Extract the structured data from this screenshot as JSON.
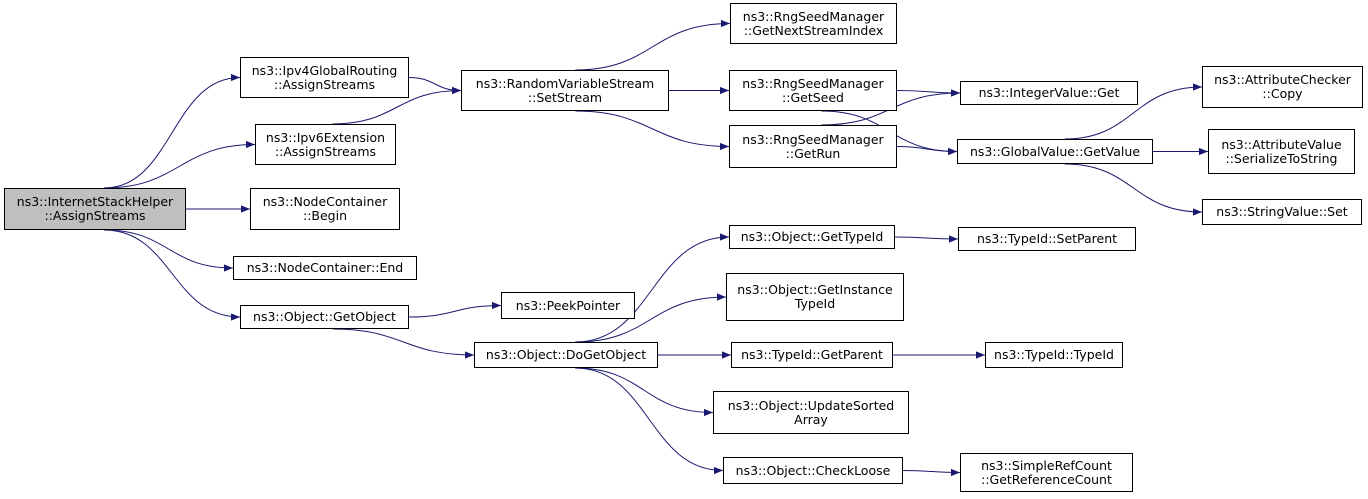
{
  "colors": {
    "edge": "#191970",
    "root_fill": "#bfbfbf",
    "node_fill": "#ffffff",
    "node_border": "#000000"
  },
  "nodes": [
    {
      "id": "root",
      "lines": [
        "ns3::InternetStackHelper",
        "::AssignStreams"
      ],
      "root": true
    },
    {
      "id": "ipv4gr",
      "lines": [
        "ns3::Ipv4GlobalRouting",
        "::AssignStreams"
      ]
    },
    {
      "id": "ipv6ext",
      "lines": [
        "ns3::Ipv6Extension",
        "::AssignStreams"
      ]
    },
    {
      "id": "ncbegin",
      "lines": [
        "ns3::NodeContainer",
        "::Begin"
      ]
    },
    {
      "id": "ncend",
      "lines": [
        "ns3::NodeContainer::End"
      ]
    },
    {
      "id": "getobject",
      "lines": [
        "ns3::Object::GetObject"
      ]
    },
    {
      "id": "rvsset",
      "lines": [
        "ns3::RandomVariableStream",
        "::SetStream"
      ]
    },
    {
      "id": "peek",
      "lines": [
        "ns3::PeekPointer"
      ]
    },
    {
      "id": "dogetobject",
      "lines": [
        "ns3::Object::DoGetObject"
      ]
    },
    {
      "id": "rngnext",
      "lines": [
        "ns3::RngSeedManager",
        "::GetNextStreamIndex"
      ]
    },
    {
      "id": "rngseed",
      "lines": [
        "ns3::RngSeedManager",
        "::GetSeed"
      ]
    },
    {
      "id": "rngrun",
      "lines": [
        "ns3::RngSeedManager",
        "::GetRun"
      ]
    },
    {
      "id": "gettypeid",
      "lines": [
        "ns3::Object::GetTypeId"
      ]
    },
    {
      "id": "getinst",
      "lines": [
        "ns3::Object::GetInstance",
        "TypeId"
      ]
    },
    {
      "id": "getparent",
      "lines": [
        "ns3::TypeId::GetParent"
      ]
    },
    {
      "id": "updsorted",
      "lines": [
        "ns3::Object::UpdateSorted",
        "Array"
      ]
    },
    {
      "id": "checkloose",
      "lines": [
        "ns3::Object::CheckLoose"
      ]
    },
    {
      "id": "intget",
      "lines": [
        "ns3::IntegerValue::Get"
      ]
    },
    {
      "id": "gvget",
      "lines": [
        "ns3::GlobalValue::GetValue"
      ]
    },
    {
      "id": "setparent",
      "lines": [
        "ns3::TypeId::SetParent"
      ]
    },
    {
      "id": "typeid",
      "lines": [
        "ns3::TypeId::TypeId"
      ]
    },
    {
      "id": "srcount",
      "lines": [
        "ns3::SimpleRefCount",
        "::GetReferenceCount"
      ]
    },
    {
      "id": "acopy",
      "lines": [
        "ns3::AttributeChecker",
        "::Copy"
      ]
    },
    {
      "id": "aser",
      "lines": [
        "ns3::AttributeValue",
        "::SerializeToString"
      ]
    },
    {
      "id": "strset",
      "lines": [
        "ns3::StringValue::Set"
      ]
    }
  ],
  "edges": [
    [
      "root",
      "ipv4gr"
    ],
    [
      "root",
      "ipv6ext"
    ],
    [
      "root",
      "ncbegin"
    ],
    [
      "root",
      "ncend"
    ],
    [
      "root",
      "getobject"
    ],
    [
      "ipv4gr",
      "rvsset"
    ],
    [
      "ipv6ext",
      "rvsset"
    ],
    [
      "getobject",
      "peek"
    ],
    [
      "getobject",
      "dogetobject"
    ],
    [
      "rvsset",
      "rngnext"
    ],
    [
      "rvsset",
      "rngseed"
    ],
    [
      "rvsset",
      "rngrun"
    ],
    [
      "dogetobject",
      "gettypeid"
    ],
    [
      "dogetobject",
      "getinst"
    ],
    [
      "dogetobject",
      "getparent"
    ],
    [
      "dogetobject",
      "updsorted"
    ],
    [
      "dogetobject",
      "checkloose"
    ],
    [
      "rngseed",
      "intget"
    ],
    [
      "rngseed",
      "gvget"
    ],
    [
      "rngrun",
      "intget"
    ],
    [
      "rngrun",
      "gvget"
    ],
    [
      "gettypeid",
      "setparent"
    ],
    [
      "getparent",
      "typeid"
    ],
    [
      "checkloose",
      "srcount"
    ],
    [
      "gvget",
      "acopy"
    ],
    [
      "gvget",
      "aser"
    ],
    [
      "gvget",
      "strset"
    ]
  ]
}
